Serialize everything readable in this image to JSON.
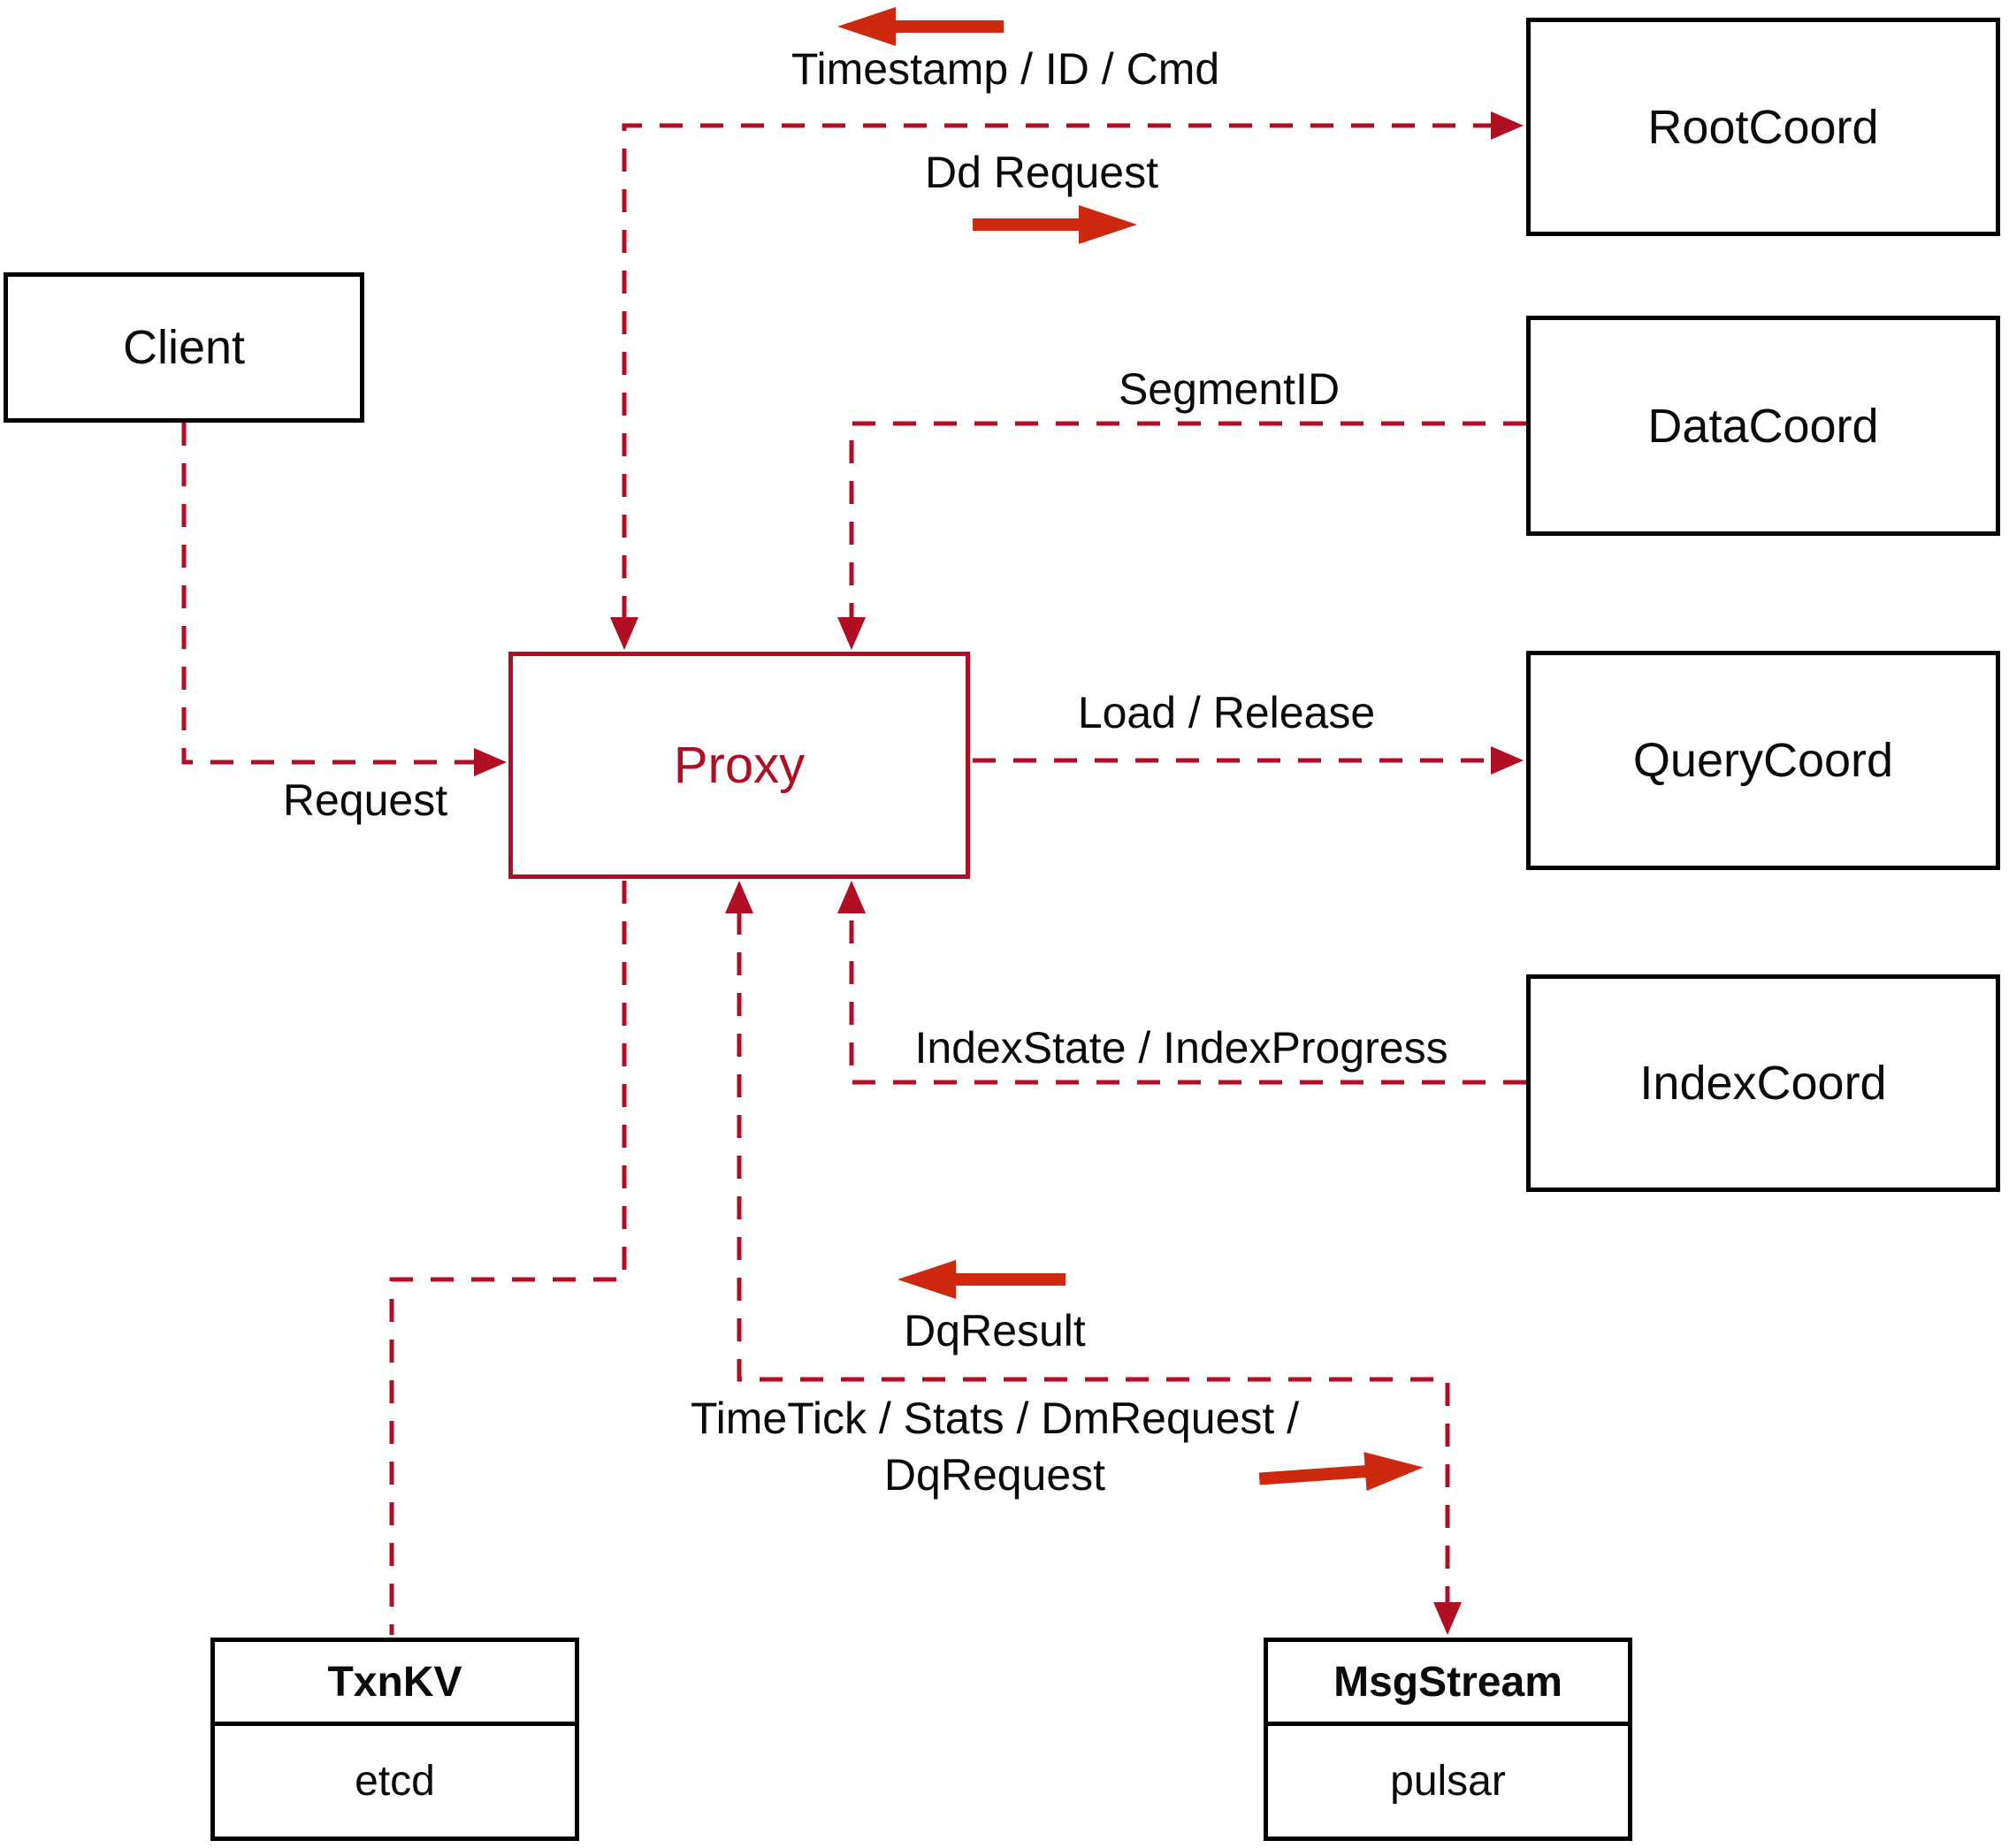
{
  "nodes": {
    "client": {
      "label": "Client"
    },
    "root_coord": {
      "label": "RootCoord"
    },
    "data_coord": {
      "label": "DataCoord"
    },
    "query_coord": {
      "label": "QueryCoord"
    },
    "index_coord": {
      "label": "IndexCoord"
    },
    "proxy": {
      "label": "Proxy"
    },
    "txn_kv": {
      "title": "TxnKV",
      "impl": "etcd"
    },
    "msg_stream": {
      "title": "MsgStream",
      "impl": "pulsar"
    }
  },
  "edge_labels": {
    "request": "Request",
    "timestamp": "Timestamp / ID / Cmd",
    "dd_request": "Dd Request",
    "segment_id": "SegmentID",
    "load_release": "Load / Release",
    "index_state": "IndexState / IndexProgress",
    "dq_result": "DqResult",
    "time_tick": "TimeTick / Stats / DmRequest / DqRequest"
  },
  "colors": {
    "connector": "#b00e23",
    "icon_arrow": "#cc290e",
    "box_border": "#000000",
    "background": "#ffffff"
  }
}
